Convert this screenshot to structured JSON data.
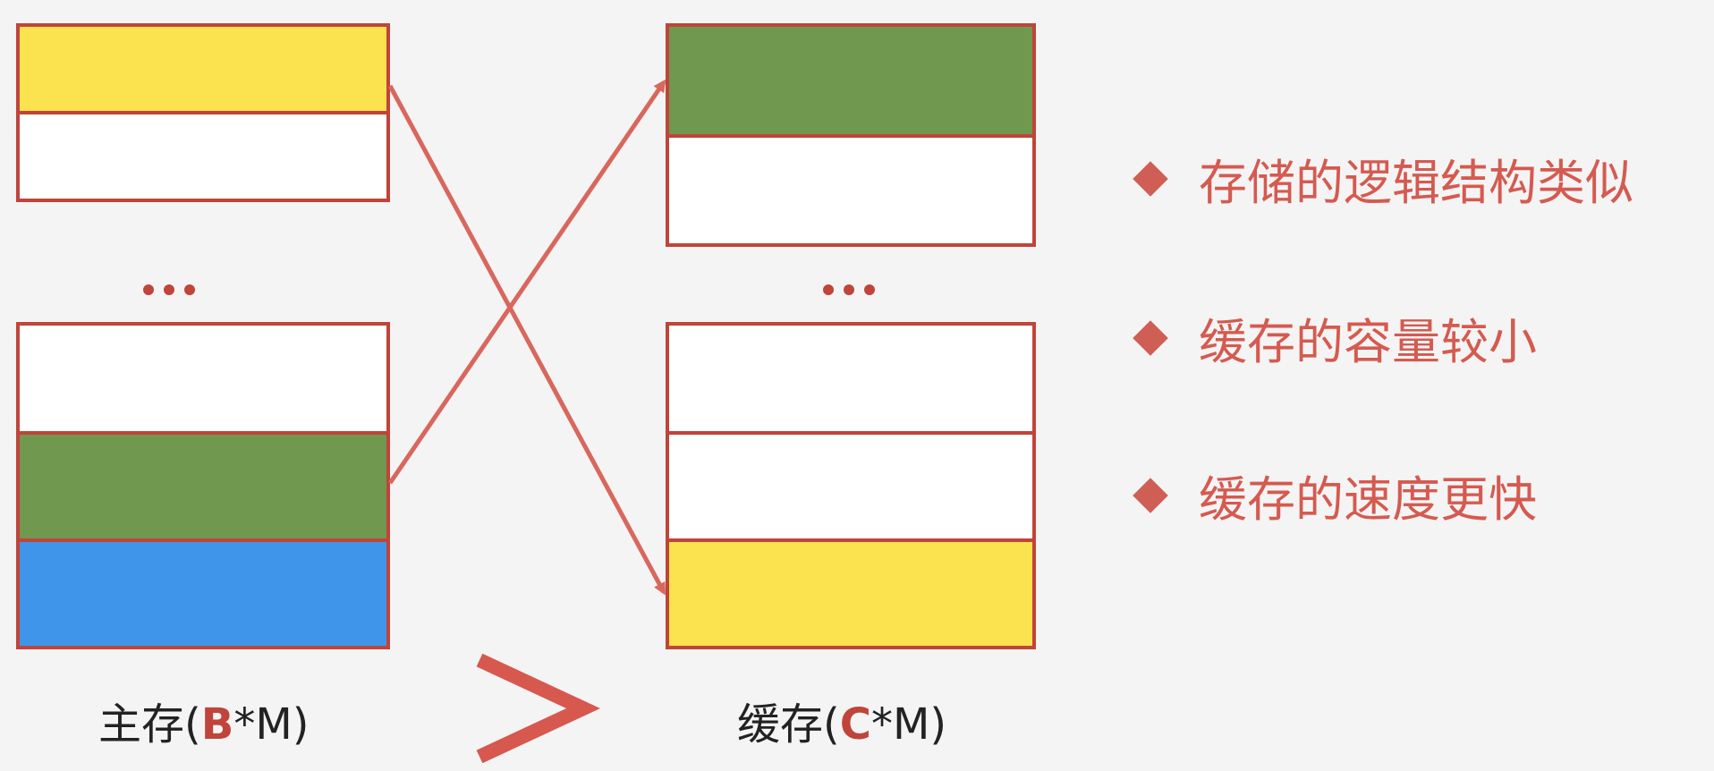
{
  "colors": {
    "border": "#c0443a",
    "yellow": "#fbe24f",
    "green": "#70984f",
    "blue": "#3f95ea",
    "white": "#ffffff",
    "arrow": "#d8675e",
    "bullet_text": "#d55a50"
  },
  "main_memory": {
    "blocks_top": [
      "yellow",
      "white"
    ],
    "ellipsis": "...",
    "blocks_bottom": [
      "white",
      "green",
      "blue"
    ],
    "label": {
      "prefix": "主存(",
      "var": "B",
      "suffix": "*M)"
    }
  },
  "cache": {
    "blocks_top": [
      "green",
      "white"
    ],
    "ellipsis": "...",
    "blocks_bottom": [
      "white",
      "white",
      "yellow"
    ],
    "label": {
      "prefix": "缓存(",
      "var": "C",
      "suffix": "*M)"
    }
  },
  "comparison_symbol": ">",
  "mappings": [
    {
      "from": "main yellow block",
      "to": "cache yellow block"
    },
    {
      "from": "main green block",
      "to": "cache green block"
    }
  ],
  "bullets": [
    "存储的逻辑结构类似",
    "缓存的容量较小",
    "缓存的速度更快"
  ]
}
